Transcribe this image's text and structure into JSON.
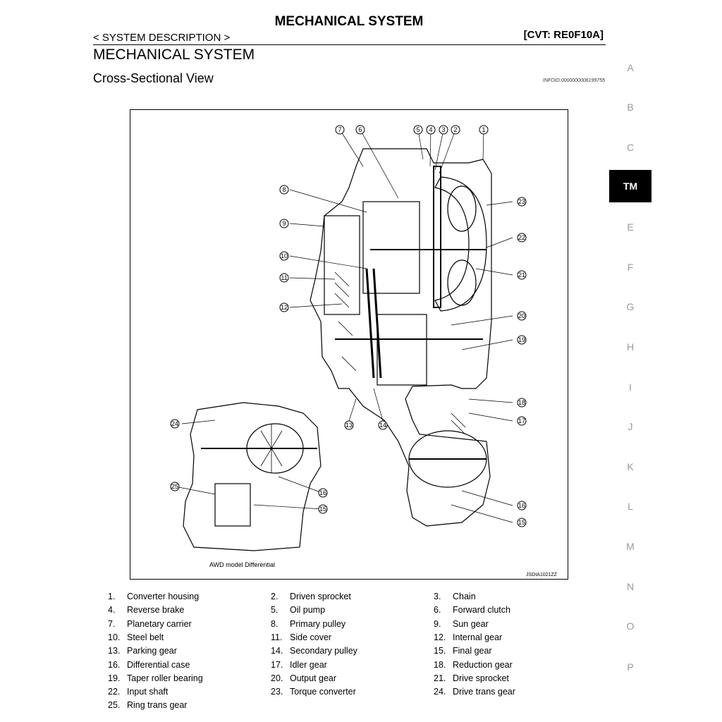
{
  "header": {
    "title": "MECHANICAL SYSTEM",
    "breadcrumb": "< SYSTEM DESCRIPTION >",
    "model": "[CVT: RE0F10A]"
  },
  "section": {
    "title": "MECHANICAL SYSTEM",
    "subtitle": "Cross-Sectional View",
    "info_id": "INFOID:0000000006199755"
  },
  "side_tabs": [
    "A",
    "B",
    "C",
    "TM",
    "E",
    "F",
    "G",
    "H",
    "I",
    "J",
    "K",
    "L",
    "M",
    "N",
    "O",
    "P"
  ],
  "active_tab": "TM",
  "figure": {
    "caption": "AWD model Differential",
    "figure_id": "JSDIA1021ZZ",
    "callouts_top": [
      "7",
      "6",
      "5",
      "4",
      "3",
      "2",
      "1"
    ],
    "callouts_left": [
      "8",
      "9",
      "10",
      "11",
      "12"
    ],
    "callouts_right": [
      "23",
      "22",
      "21",
      "20",
      "19",
      "18",
      "17",
      "16",
      "15"
    ],
    "callouts_bottom": [
      "13",
      "14"
    ],
    "callouts_awd": [
      "24",
      "25",
      "16",
      "15"
    ]
  },
  "legend": [
    {
      "num": "1.",
      "label": "Converter housing"
    },
    {
      "num": "2.",
      "label": "Driven sprocket"
    },
    {
      "num": "3.",
      "label": "Chain"
    },
    {
      "num": "4.",
      "label": "Reverse brake"
    },
    {
      "num": "5.",
      "label": "Oil pump"
    },
    {
      "num": "6.",
      "label": "Forward clutch"
    },
    {
      "num": "7.",
      "label": "Planetary carrier"
    },
    {
      "num": "8.",
      "label": "Primary pulley"
    },
    {
      "num": "9.",
      "label": "Sun gear"
    },
    {
      "num": "10.",
      "label": "Steel belt"
    },
    {
      "num": "11.",
      "label": "Side cover"
    },
    {
      "num": "12.",
      "label": "Internal gear"
    },
    {
      "num": "13.",
      "label": "Parking gear"
    },
    {
      "num": "14.",
      "label": "Secondary pulley"
    },
    {
      "num": "15.",
      "label": "Final gear"
    },
    {
      "num": "16.",
      "label": "Differential case"
    },
    {
      "num": "17.",
      "label": "Idler gear"
    },
    {
      "num": "18.",
      "label": "Reduction gear"
    },
    {
      "num": "19.",
      "label": "Taper roller bearing"
    },
    {
      "num": "20.",
      "label": "Output gear"
    },
    {
      "num": "21.",
      "label": "Drive sprocket"
    },
    {
      "num": "22.",
      "label": "Input shaft"
    },
    {
      "num": "23.",
      "label": "Torque converter"
    },
    {
      "num": "24.",
      "label": "Drive trans gear"
    },
    {
      "num": "25.",
      "label": "Ring trans gear"
    }
  ]
}
